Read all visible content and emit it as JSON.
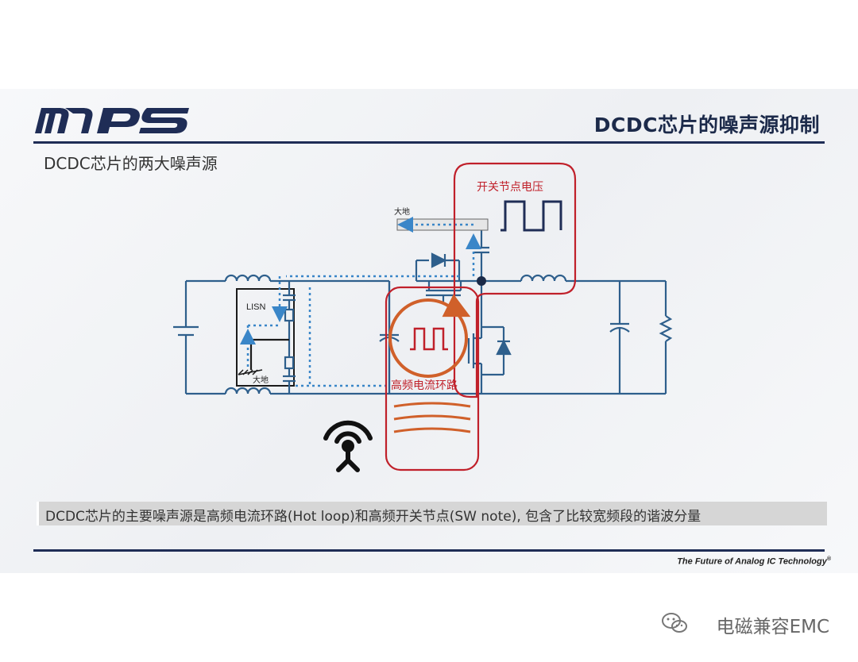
{
  "header": {
    "logo_text": "MPS",
    "title": "DCDC芯片的噪声源抑制"
  },
  "subtitle": "DCDC芯片的两大噪声源",
  "diagram": {
    "lisn_label": "LISN",
    "ground_label_top": "大地",
    "ground_label_lisn": "大地",
    "switch_node_label": "开关节点电压",
    "hot_loop_label": "高频电流环路",
    "colors": {
      "circuit_line": "#2e5f8c",
      "highlight_red": "#c0202a",
      "loop_orange": "#d0602a",
      "current_arrow": "#3a86c8"
    }
  },
  "caption": "DCDC芯片的主要噪声源是高频电流环路(Hot loop)和高频开关节点(SW note), 包含了比较宽频段的谐波分量",
  "footer": {
    "tagline": "The Future of Analog IC Technology",
    "tagline_mark": "®",
    "watermark": "电磁兼容EMC"
  }
}
